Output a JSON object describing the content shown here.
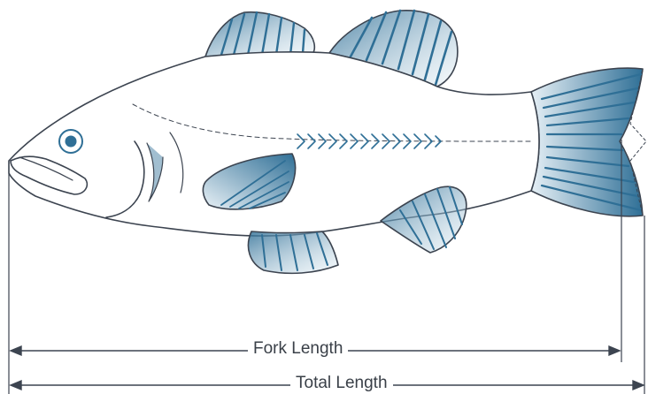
{
  "diagram": {
    "subject": "fish-length-measurement",
    "colors": {
      "outline": "#3c4450",
      "fin_shade": "#2f6f96",
      "background": "#ffffff"
    },
    "measurements": [
      {
        "id": "fork",
        "label": "Fork Length"
      },
      {
        "id": "total",
        "label": "Total Length"
      }
    ]
  }
}
